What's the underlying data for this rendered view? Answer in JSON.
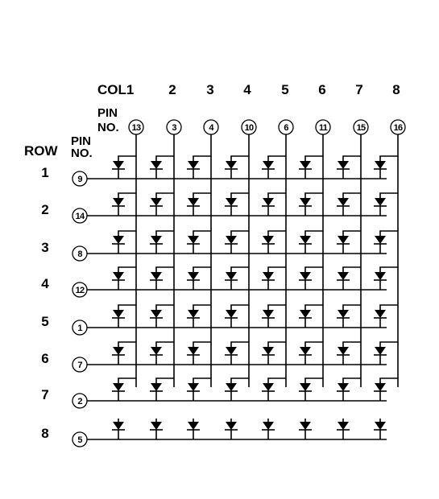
{
  "col_header": "COL1",
  "col_numbers": [
    "2",
    "3",
    "4",
    "5",
    "6",
    "7",
    "8"
  ],
  "col_pin_label": [
    "PIN",
    "NO."
  ],
  "col_pins": [
    "13",
    "3",
    "4",
    "10",
    "6",
    "11",
    "15",
    "16"
  ],
  "row_header": "ROW",
  "row_pin_label": [
    "PIN",
    "NO."
  ],
  "row_numbers": [
    "1",
    "2",
    "3",
    "4",
    "5",
    "6",
    "7",
    "8"
  ],
  "row_pins": [
    "9",
    "14",
    "8",
    "12",
    "1",
    "7",
    "2",
    "5"
  ]
}
